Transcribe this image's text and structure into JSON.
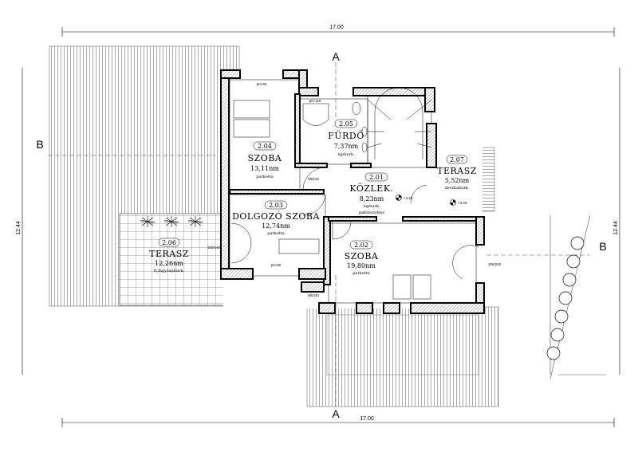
{
  "dimensions": {
    "top_width": "17.00",
    "bottom_width": "17.00",
    "left_height": "12.44",
    "right_height": "12.44"
  },
  "sections": {
    "a_top": "A",
    "a_bottom": "A",
    "b_left": "B",
    "b_right": "B"
  },
  "rooms": [
    {
      "number": "2.04",
      "name": "SZOBA",
      "area": "13,11nm",
      "finish": "parketta"
    },
    {
      "number": "2.05",
      "name": "FÜRDŐ",
      "area": "7,37nm",
      "finish": "lapburk."
    },
    {
      "number": "2.01",
      "name": "KÖZLEK.",
      "area": "8,23nm",
      "finish": "lapburk."
    },
    {
      "number": "2.07",
      "name": "TERASZ",
      "area": "5,52nm",
      "finish": "deszkaburk."
    },
    {
      "number": "2.03",
      "name": "DOLGOZÓ SZOBA",
      "area": "12,74nm",
      "finish": "parketta"
    },
    {
      "number": "2.06",
      "name": "TERASZ",
      "area": "12,26nm",
      "finish": "fr.fagy.lapburk."
    },
    {
      "number": "2.02",
      "name": "SZOBA",
      "area": "19,80nm",
      "finish": "parketta"
    }
  ],
  "annotations": {
    "door_90_210": "90/210",
    "door_180_240": "180/240",
    "door_90_240": "90/240",
    "pm_90": "pm:90",
    "pm_116": "pm:116",
    "pm_80": "pm:80",
    "level_1": "+3,22",
    "level_2": "+3,20",
    "floor_drain": "padlóösszefolyó"
  }
}
